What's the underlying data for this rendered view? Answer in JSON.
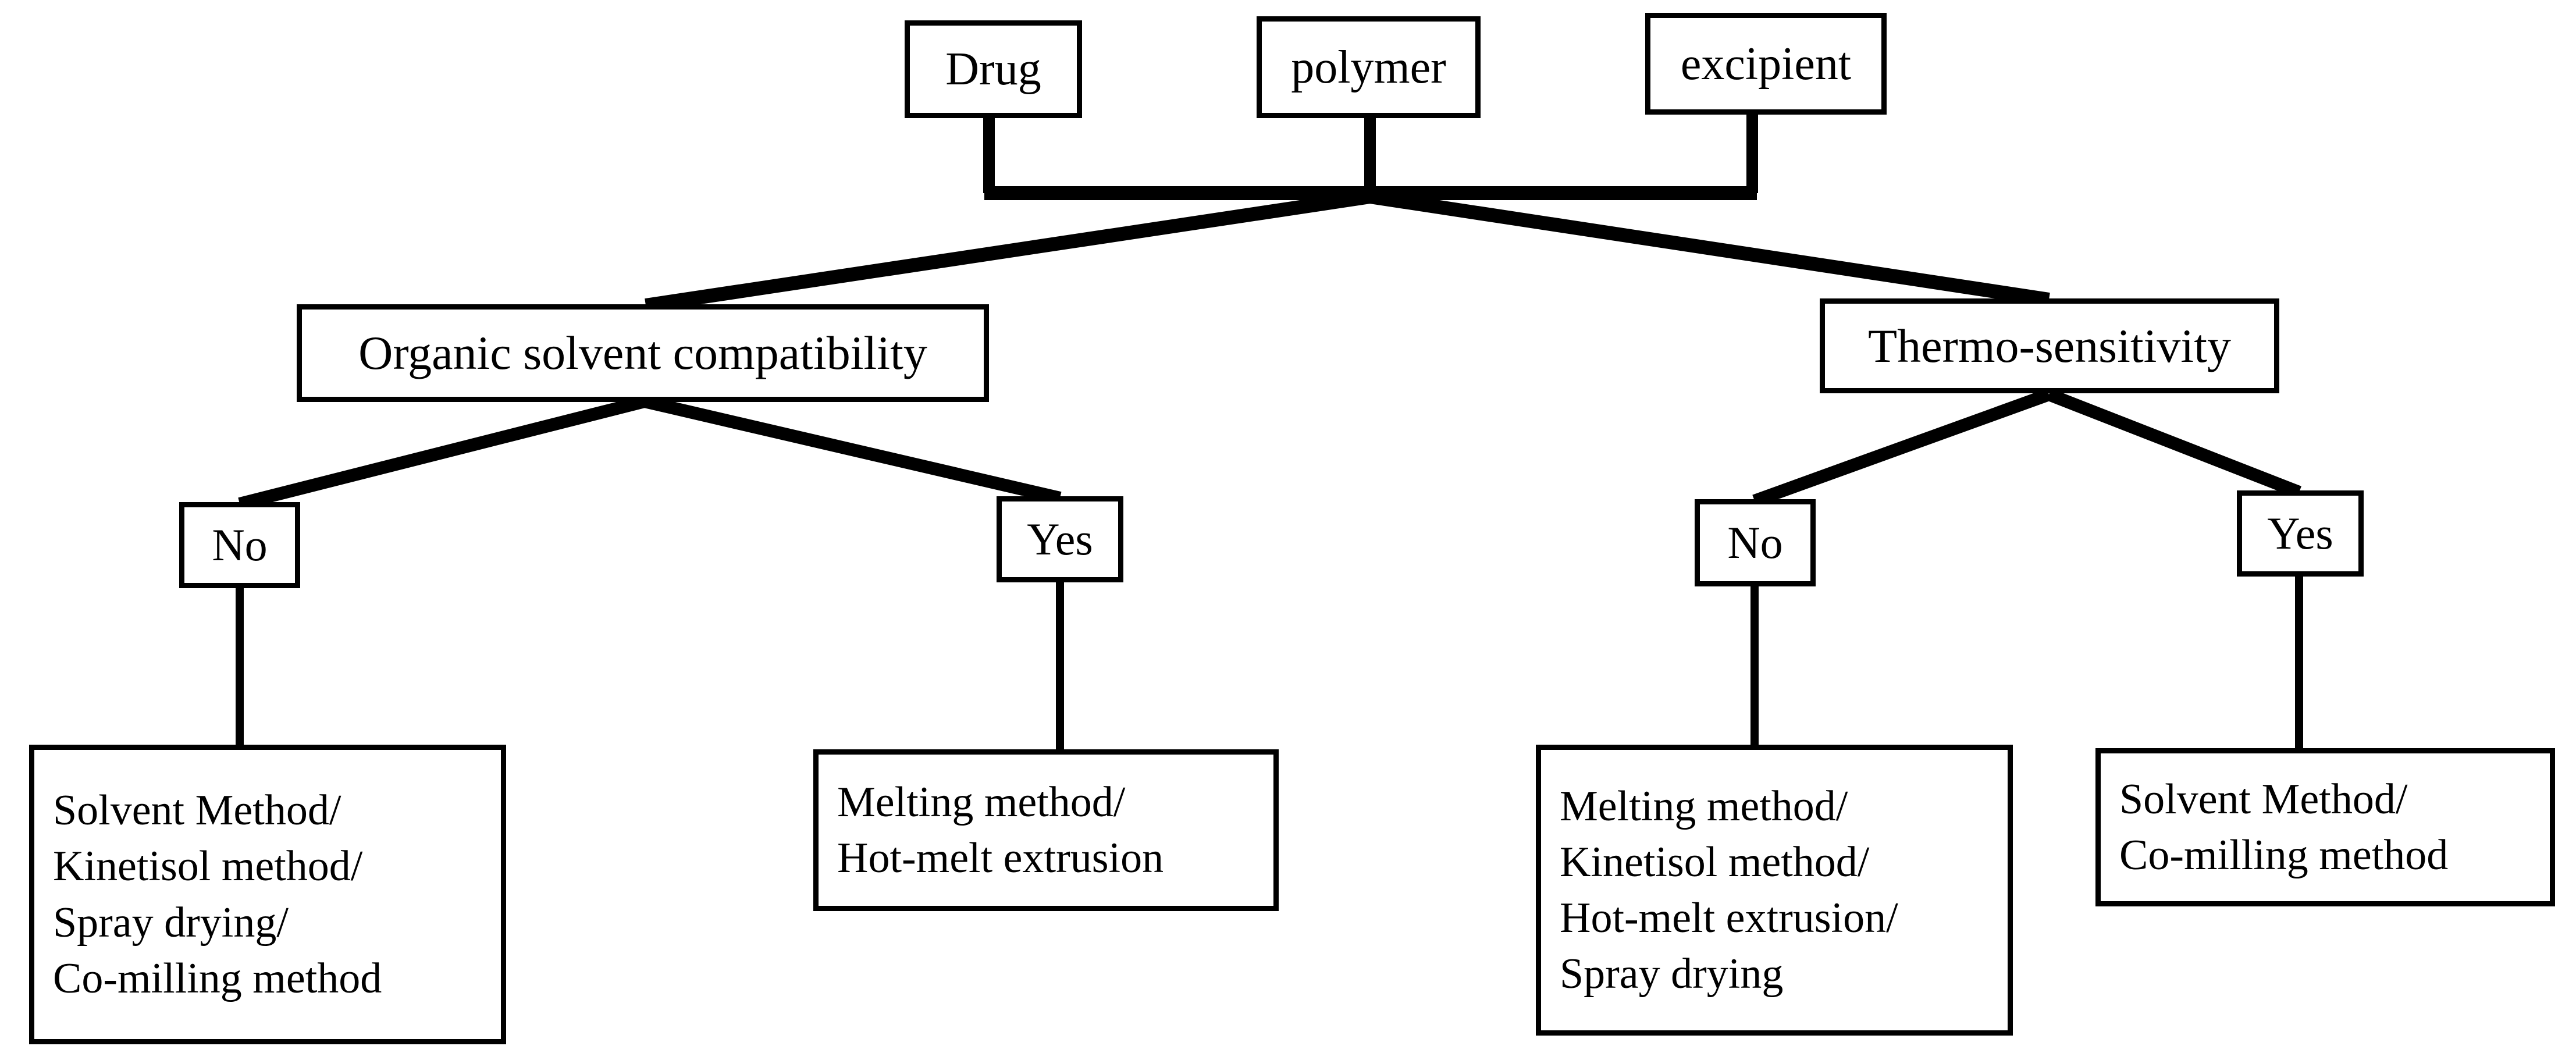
{
  "diagram": {
    "type": "decision-tree-flowchart",
    "orientation": "top-down",
    "line_color": "#000000",
    "box_border_color": "#000000",
    "box_fill_color": "#ffffff",
    "background_color": "#ffffff"
  },
  "nodes": {
    "inputs": [
      {
        "id": "drug",
        "label": "Drug"
      },
      {
        "id": "polymer",
        "label": "polymer"
      },
      {
        "id": "excipient",
        "label": "excipient"
      }
    ],
    "criteria": [
      {
        "id": "organic_solvent_compatibility",
        "label": "Organic solvent compatibility"
      },
      {
        "id": "thermo_sensitivity",
        "label": "Thermo-sensitivity"
      }
    ],
    "decisions": [
      {
        "id": "osc_no",
        "label": "No",
        "parent": "organic_solvent_compatibility"
      },
      {
        "id": "osc_yes",
        "label": "Yes",
        "parent": "organic_solvent_compatibility"
      },
      {
        "id": "thermo_no",
        "label": "No",
        "parent": "thermo_sensitivity"
      },
      {
        "id": "thermo_yes",
        "label": "Yes",
        "parent": "thermo_sensitivity"
      }
    ],
    "outcomes": [
      {
        "id": "outcome_osc_no",
        "parent": "osc_no",
        "label": "Solvent Method/\nKinetisol method/\nSpray drying/\nCo-milling method",
        "lines": [
          "Solvent Method/",
          "Kinetisol method/",
          "Spray drying/",
          "Co-milling method"
        ]
      },
      {
        "id": "outcome_osc_yes",
        "parent": "osc_yes",
        "label": "Melting method/\nHot-melt extrusion",
        "lines": [
          "Melting method/",
          "Hot-melt extrusion"
        ]
      },
      {
        "id": "outcome_thermo_no",
        "parent": "thermo_no",
        "label": "Melting method/\nKinetisol method/\nHot-melt extrusion/\nSpray drying",
        "lines": [
          "Melting method/",
          "Kinetisol method/",
          "Hot-melt extrusion/",
          "Spray drying"
        ]
      },
      {
        "id": "outcome_thermo_yes",
        "parent": "thermo_yes",
        "label": "Solvent Method/\nCo-milling method",
        "lines": [
          "Solvent Method/",
          "Co-milling method"
        ]
      }
    ]
  }
}
